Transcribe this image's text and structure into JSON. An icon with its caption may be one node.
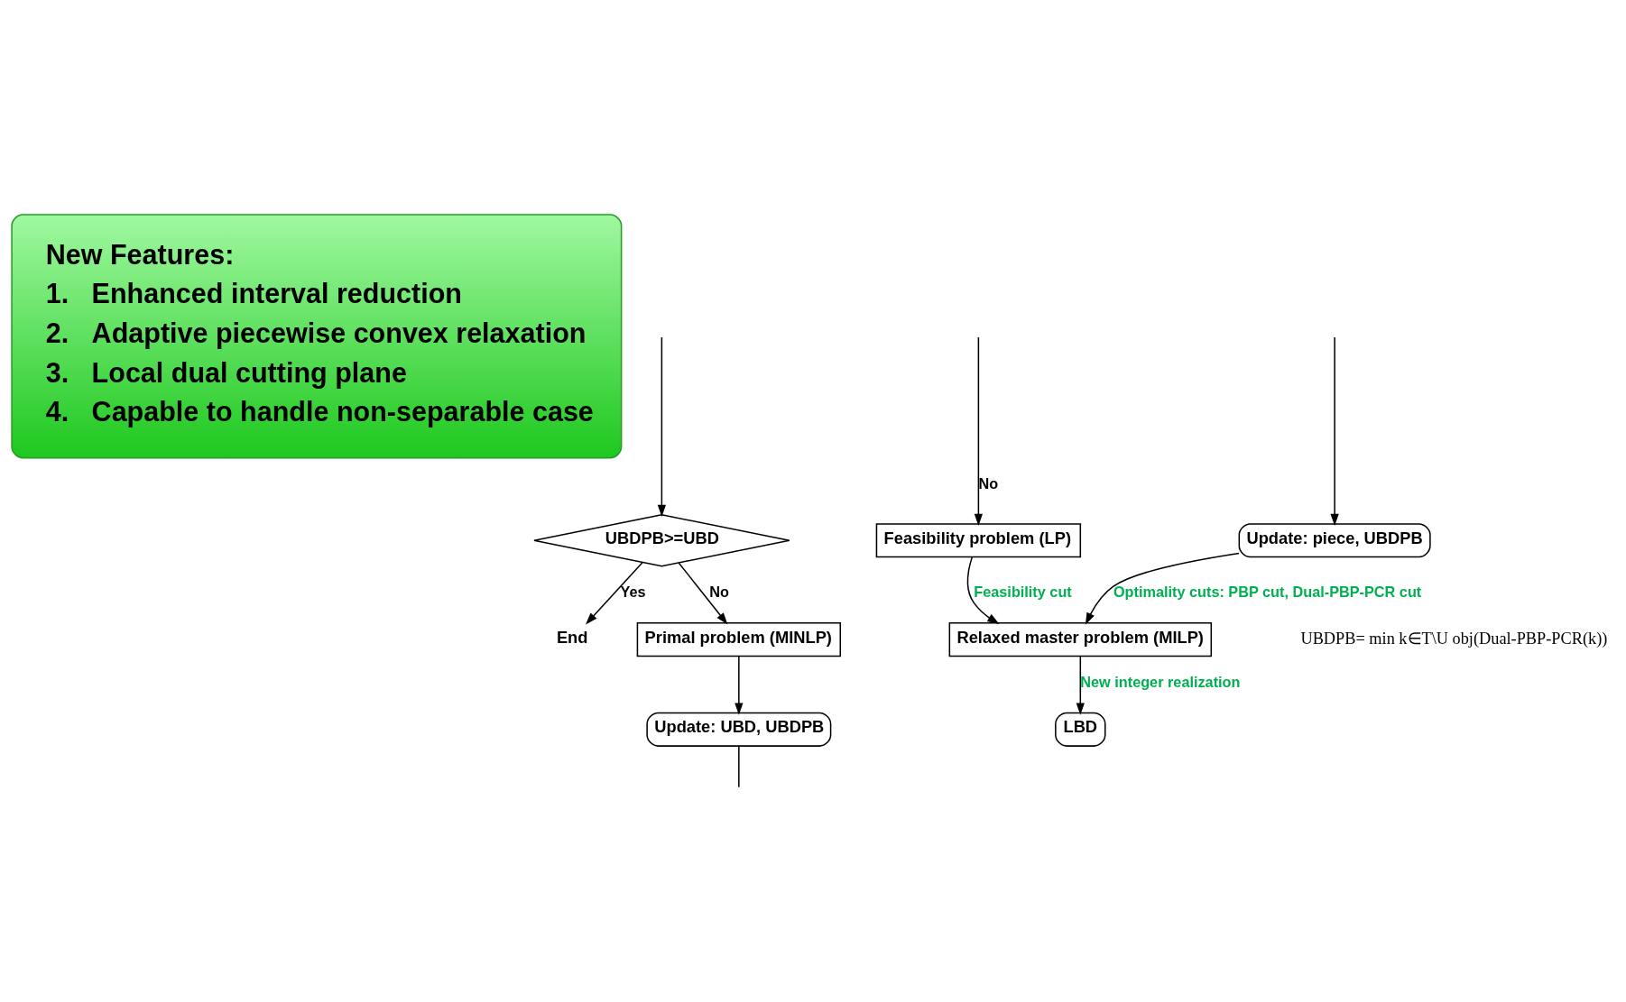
{
  "diagram": {
    "nodes": [
      {
        "text": [
          "New Features:",
          "1.   Enhanced interval reduction",
          "2.   Adaptive piecewise convex relaxation",
          "3.   Local dual cutting plane",
          "4.   Capable to handle non-separable case"
        ]
      },
      {
        "text": [
          "End"
        ]
      },
      {
        "text": [
          "UBDPB>=UBD"
        ]
      },
      {
        "text": [
          "Primal problem (MINLP)"
        ]
      },
      {
        "text": [
          "Update: UBD, UBDPB"
        ]
      },
      {
        "text": [
          "LBD"
        ]
      },
      {
        "text": [
          "Feasibility problem (LP)"
        ]
      },
      {
        "text": [
          "Relaxed master problem (MILP)"
        ]
      },
      {
        "text": [
          "Update: piece, UBDPB"
        ]
      }
    ],
    "edges": [
      {
        "from": null,
        "to": 2,
        "arrow": "to"
      },
      {
        "from": 2,
        "to": 1,
        "arrow": "to",
        "label": "Yes"
      },
      {
        "from": 2,
        "to": 3,
        "arrow": "to",
        "label": "No"
      },
      {
        "from": 3,
        "to": 4,
        "arrow": "to"
      },
      {
        "from": 4,
        "to": null,
        "arrow": "none"
      },
      {
        "from": null,
        "to": 6,
        "arrow": "to",
        "label": "No"
      },
      {
        "from": 6,
        "to": 7,
        "arrow": "to",
        "label": "Feasibility cut"
      },
      {
        "from": 7,
        "to": 5,
        "arrow": "to",
        "label": "New integer realization"
      },
      {
        "from": null,
        "to": 8,
        "arrow": "to"
      },
      {
        "from": 8,
        "to": 7,
        "arrow": "to",
        "label": "Optimality cuts: PBP cut, Dual-PBP-PCR cut"
      }
    ],
    "labels": [
      "UBDPB= min k∈T\\U obj(Dual-PBP-PCR(k))"
    ]
  }
}
